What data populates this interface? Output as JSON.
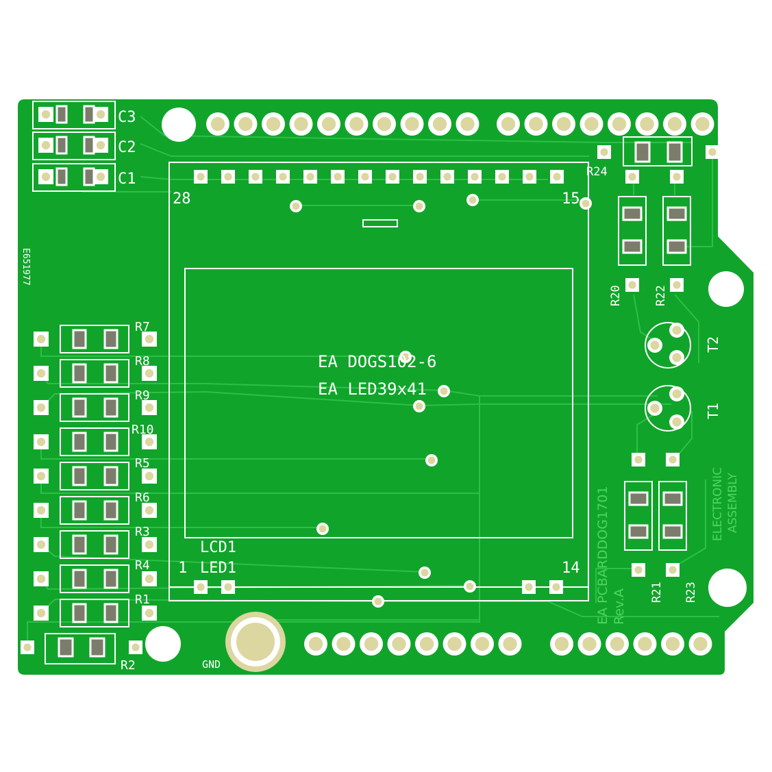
{
  "board": {
    "colors": {
      "substrate": "#11a42a",
      "trace": "#2dc047",
      "silkscreen": "#ffffff",
      "faint_silk": "#4fd65f",
      "pad_copper": "#ffffff",
      "smd_pad": "#7c7c6c",
      "drill": "#dcd6a0",
      "hole": "#ffffff"
    },
    "labels": {
      "c3": "C3",
      "c2": "C2",
      "c1": "C1",
      "r7": "R7",
      "r8": "R8",
      "r9": "R9",
      "r10": "R10",
      "r5": "R5",
      "r6": "R6",
      "r3": "R3",
      "r4": "R4",
      "r1": "R1",
      "r2": "R2",
      "r24": "R24",
      "r20": "R20",
      "r22": "R22",
      "r21": "R21",
      "r23": "R23",
      "t1": "T1",
      "t2": "T2",
      "pin28": "28",
      "pin15": "15",
      "pin1": "1",
      "pin14": "14",
      "lcd1": "LCD1",
      "led1": "LED1",
      "lcd_model": "EA DOGS102-6",
      "led_model": "EA LED39x41",
      "gnd": "GND",
      "serial": "E651977",
      "board_name": "EA PCBARDDOG1701",
      "revision": "Rev.A",
      "maker_line1": "ELECTRONIC",
      "maker_line2": "ASSEMBLY"
    }
  }
}
